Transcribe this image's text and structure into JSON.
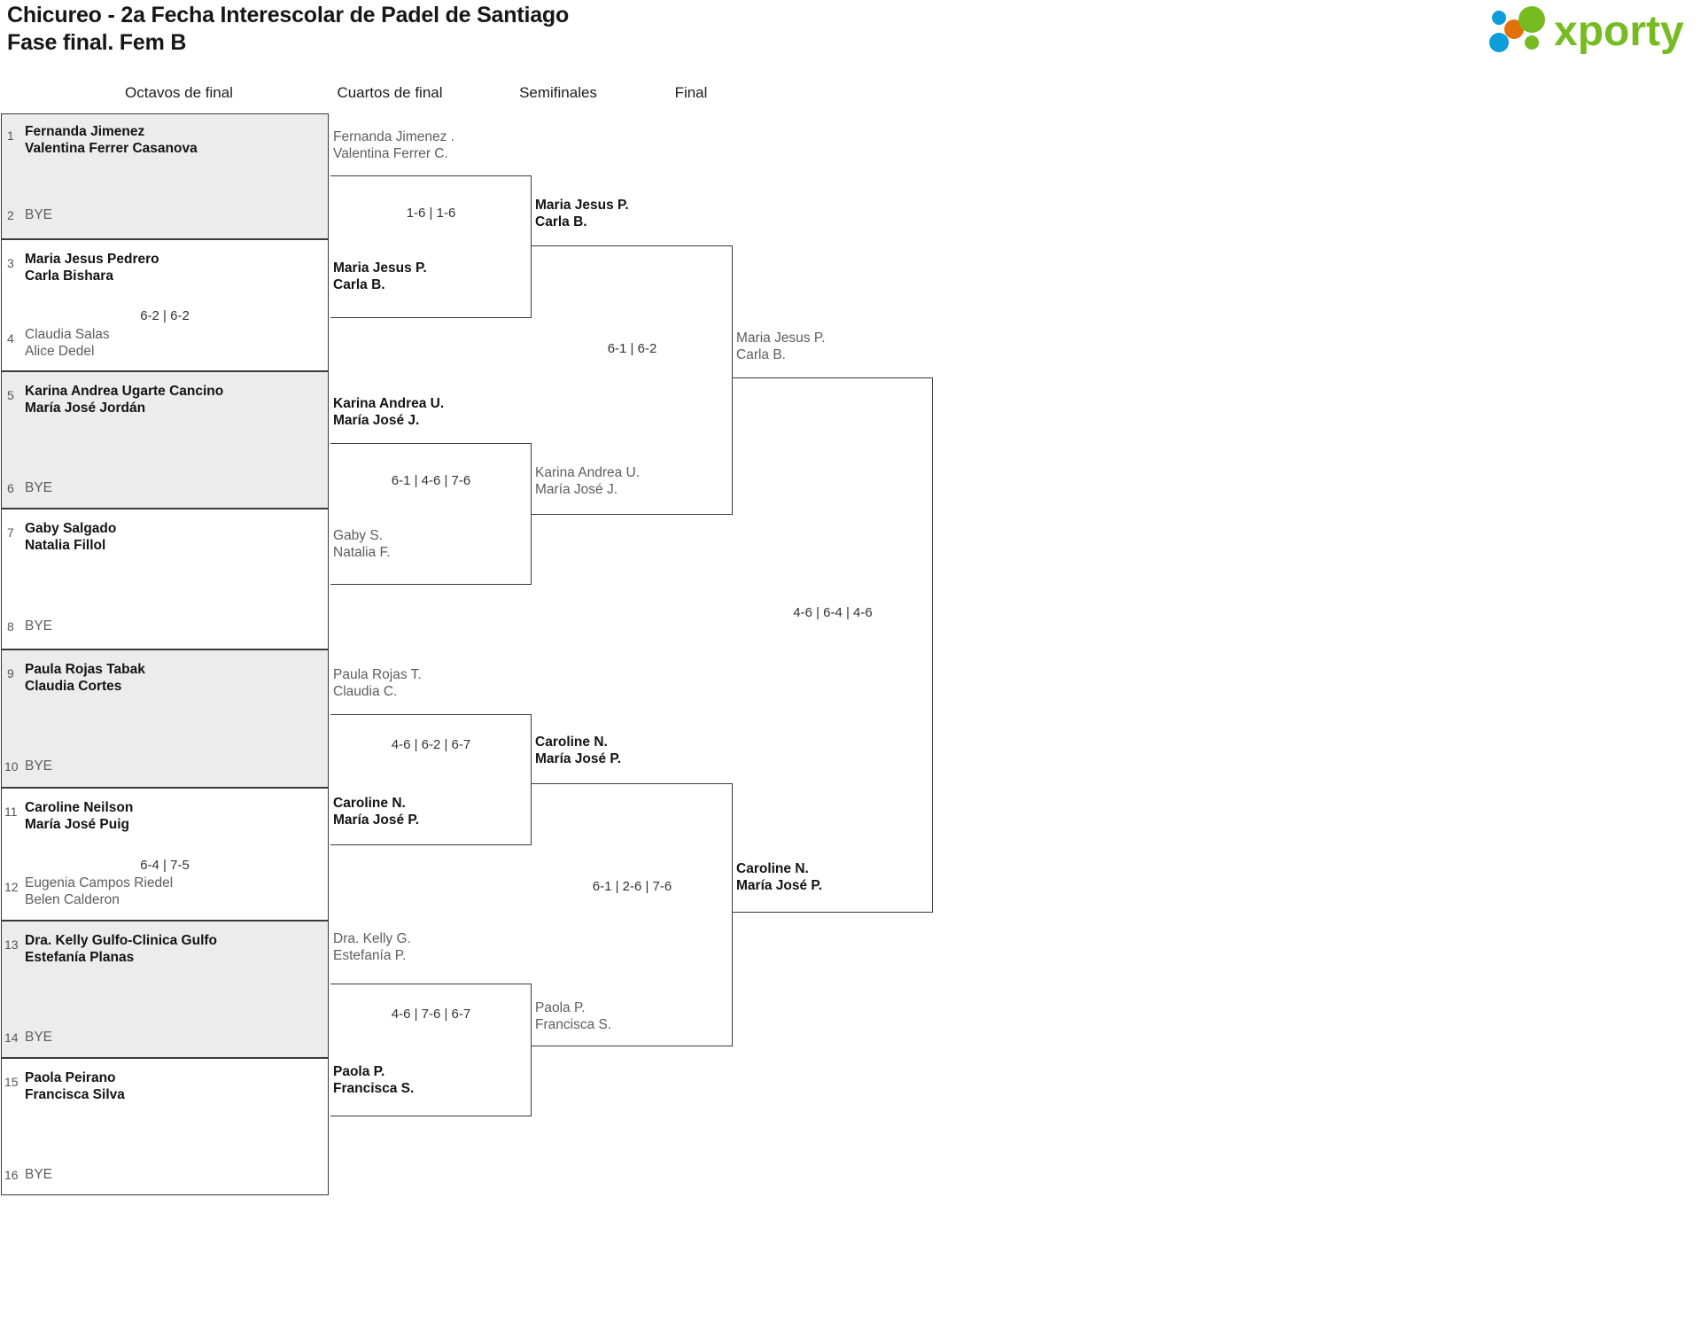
{
  "header": {
    "title_line1": "Chicureo - 2a Fecha Interescolar de Padel de Santiago",
    "title_line2": "Fase final. Fem B",
    "logo_text": "xporty"
  },
  "rounds": [
    {
      "label": "Octavos de final"
    },
    {
      "label": "Cuartos de final"
    },
    {
      "label": "Semifinales"
    },
    {
      "label": "Final"
    }
  ],
  "round16": {
    "entries": [
      {
        "seed": "1",
        "p1": "Fernanda Jimenez",
        "p2": "Valentina Ferrer Casanova",
        "state": "win"
      },
      {
        "seed": "2",
        "p1": "BYE",
        "p2": "",
        "state": "bye"
      },
      {
        "seed": "3",
        "p1": "Maria Jesus Pedrero",
        "p2": "Carla Bishara",
        "state": "win"
      },
      {
        "seed": "4",
        "p1": "Claudia Salas",
        "p2": "Alice Dedel",
        "state": "lose"
      },
      {
        "seed": "5",
        "p1": "Karina Andrea Ugarte Cancino",
        "p2": "María José Jordán",
        "state": "win"
      },
      {
        "seed": "6",
        "p1": "BYE",
        "p2": "",
        "state": "bye"
      },
      {
        "seed": "7",
        "p1": "Gaby Salgado",
        "p2": "Natalia Fillol",
        "state": "win"
      },
      {
        "seed": "8",
        "p1": "BYE",
        "p2": "",
        "state": "bye"
      },
      {
        "seed": "9",
        "p1": "Paula Rojas Tabak",
        "p2": "Claudia Cortes",
        "state": "win"
      },
      {
        "seed": "10",
        "p1": "BYE",
        "p2": "",
        "state": "bye"
      },
      {
        "seed": "11",
        "p1": "Caroline Neilson",
        "p2": "María José Puig",
        "state": "win"
      },
      {
        "seed": "12",
        "p1": "Eugenia Campos Riedel",
        "p2": "Belen Calderon",
        "state": "lose"
      },
      {
        "seed": "13",
        "p1": "Dra. Kelly Gulfo-Clinica Gulfo",
        "p2": "Estefanía Planas",
        "state": "win"
      },
      {
        "seed": "14",
        "p1": "BYE",
        "p2": "",
        "state": "bye"
      },
      {
        "seed": "15",
        "p1": "Paola Peirano",
        "p2": "Francisca Silva",
        "state": "win"
      },
      {
        "seed": "16",
        "p1": "BYE",
        "p2": "",
        "state": "bye"
      }
    ],
    "scores": [
      "",
      "6-2 | 6-2",
      "",
      "",
      "",
      "6-4 | 7-5",
      "",
      ""
    ]
  },
  "quarters": {
    "matches": [
      {
        "top": {
          "p1": "Fernanda Jimenez .",
          "p2": "Valentina Ferrer C.",
          "state": "lose"
        },
        "bottom": {
          "p1": "Maria Jesus P.",
          "p2": "Carla B.",
          "state": "win"
        },
        "score": "1-6 | 1-6"
      },
      {
        "top": {
          "p1": "Karina Andrea U.",
          "p2": "María José J.",
          "state": "win"
        },
        "bottom": {
          "p1": "Gaby S.",
          "p2": "Natalia F.",
          "state": "lose"
        },
        "score": "6-1 | 4-6 | 7-6"
      },
      {
        "top": {
          "p1": "Paula Rojas T.",
          "p2": "Claudia C.",
          "state": "lose"
        },
        "bottom": {
          "p1": "Caroline N.",
          "p2": "María José P.",
          "state": "win"
        },
        "score": "4-6 | 6-2 | 6-7"
      },
      {
        "top": {
          "p1": "Dra. Kelly G.",
          "p2": "Estefanía P.",
          "state": "lose"
        },
        "bottom": {
          "p1": "Paola P.",
          "p2": "Francisca S.",
          "state": "win"
        },
        "score": "4-6 | 7-6 | 6-7"
      }
    ]
  },
  "semis": {
    "matches": [
      {
        "top": {
          "p1": "Maria Jesus P.",
          "p2": "Carla B.",
          "state": "win"
        },
        "bottom": {
          "p1": "Karina Andrea U.",
          "p2": "María José J.",
          "state": "lose"
        },
        "score": "6-1 | 6-2"
      },
      {
        "top": {
          "p1": "Caroline N.",
          "p2": "María José P.",
          "state": "win"
        },
        "bottom": {
          "p1": "Paola P.",
          "p2": "Francisca S.",
          "state": "lose"
        },
        "score": "6-1 | 2-6 | 7-6"
      }
    ]
  },
  "final": {
    "top": {
      "p1": "Maria Jesus P.",
      "p2": "Carla B.",
      "state": "lose"
    },
    "bottom": {
      "p1": "Caroline N.",
      "p2": "María José P.",
      "state": "win"
    },
    "score": "4-6 | 6-4 | 4-6"
  },
  "colors": {
    "shade": "#ececec",
    "border": "#3a3a3a",
    "logo_green": "#76bc21",
    "logo_blue": "#0d9ddb",
    "logo_orange": "#e2710b"
  }
}
